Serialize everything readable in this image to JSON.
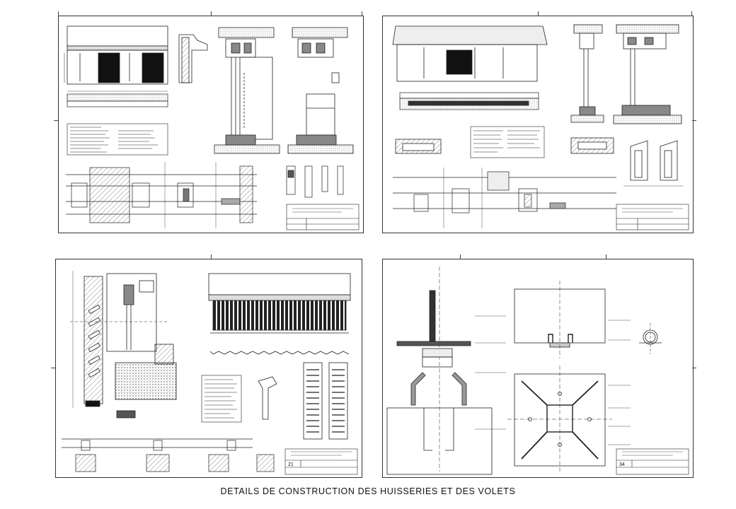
{
  "caption": "DETAILS DE CONSTRUCTION DES HUISSERIES ET DES VOLETS",
  "sheets": [
    {
      "id": "top-left"
    },
    {
      "id": "top-right"
    },
    {
      "id": "bottom-left",
      "sheet_number": "21"
    },
    {
      "id": "bottom-right",
      "sheet_number": "34"
    }
  ],
  "colors": {
    "line": "#222222",
    "paper": "#ffffff",
    "hatch": "#555555",
    "fill_dark": "#111111"
  }
}
